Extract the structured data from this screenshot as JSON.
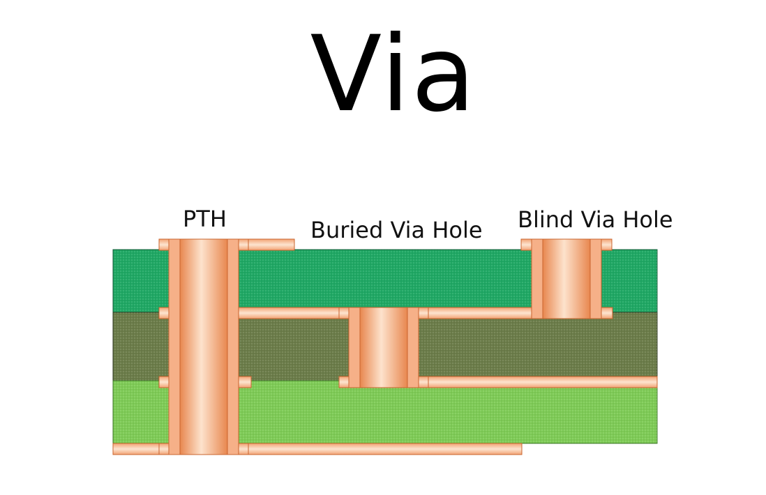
{
  "title": "Via",
  "labels": {
    "pth": "PTH",
    "buried": "Buried Via Hole",
    "blind": "Blind Via Hole"
  },
  "colors": {
    "layer_top": "#1fa864",
    "layer_middle": "#6b7c49",
    "layer_bottom": "#7ecb56",
    "copper_light": "#fde0c8",
    "copper_mid": "#f6a676",
    "copper_dark": "#e98e5a",
    "copper_edge": "#c9642e"
  }
}
